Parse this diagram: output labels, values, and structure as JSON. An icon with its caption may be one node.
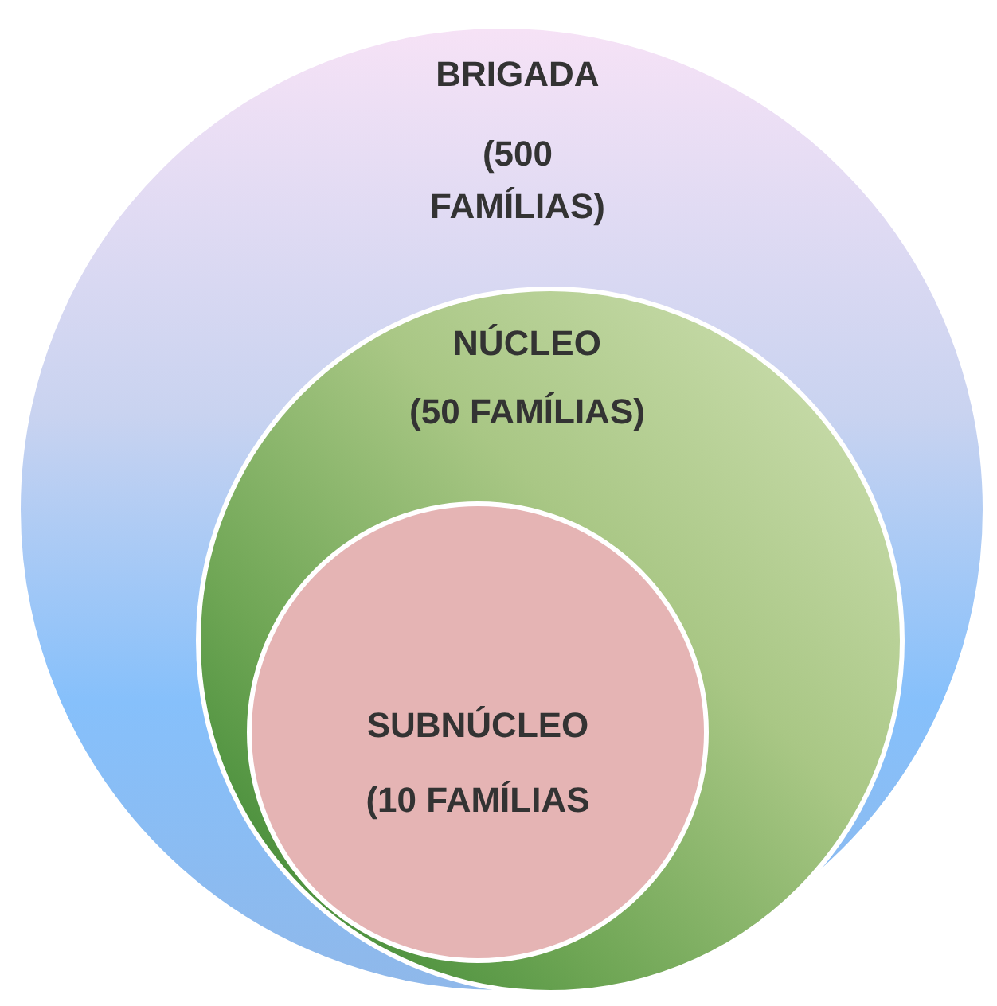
{
  "diagram": {
    "nodes": [
      {
        "text": [
          "BRIGADA",
          "(500 FAMÍLIAS)"
        ]
      },
      {
        "text": [
          "NÚCLEO",
          "(50 FAMÍLIAS)"
        ],
        "in": 0
      },
      {
        "text": [
          "SUBNÚCLEO",
          "(10 FAMÍLIAS"
        ],
        "in": 1
      }
    ]
  }
}
